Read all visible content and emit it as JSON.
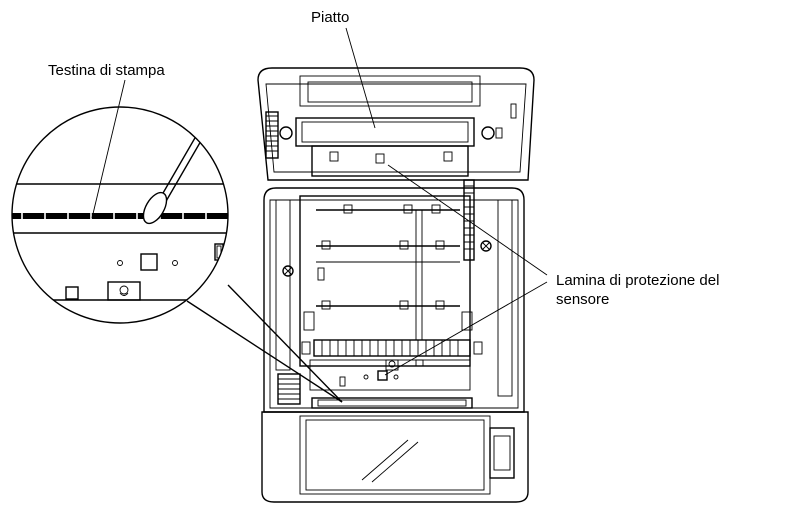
{
  "diagram": {
    "labels": {
      "platen": "Piatto",
      "print_head": "Testina di stampa",
      "sensor_sheet_line1": "Lamina di protezione del",
      "sensor_sheet_line2": "sensore"
    }
  }
}
